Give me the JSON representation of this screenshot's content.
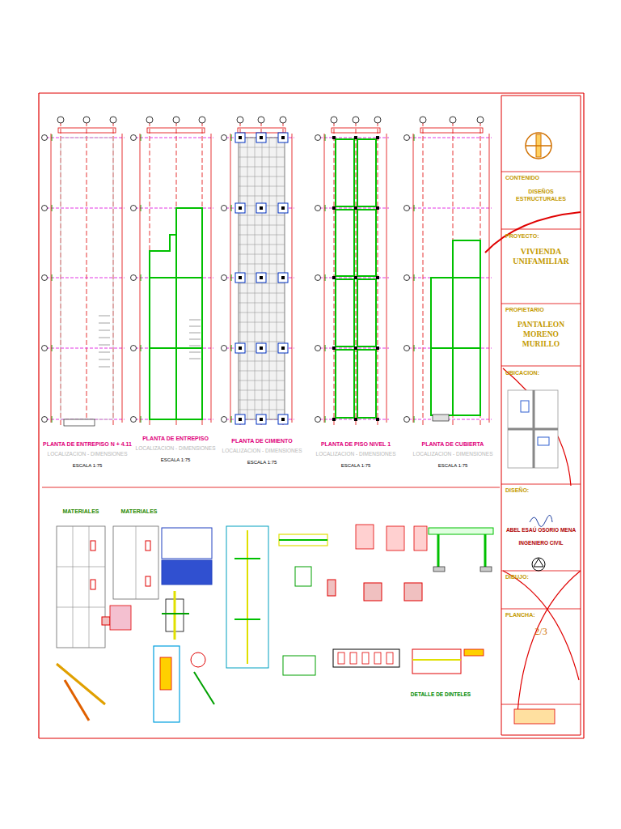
{
  "diagram": {
    "nodes": [
      {
        "text": [
          "CONTENIDO",
          "DISEÑOS ESTRUCTURALES"
        ]
      },
      {
        "text": [
          "PROYECTO:",
          "VIVIENDA UNIFAMILIAR"
        ]
      },
      {
        "text": [
          "PROPIETARIO",
          "PANTALEON MORENO MURILLO"
        ]
      },
      {
        "text": [
          "UBICACION:"
        ]
      },
      {
        "text": [
          "DISEÑO:",
          "ABEL ESAÚ OSORIO MENA",
          "INGENIERO CIVIL"
        ]
      },
      {
        "text": [
          "DIBUJO:"
        ]
      },
      {
        "text": [
          "PLANCHA:",
          "2/3"
        ]
      }
    ],
    "labels": [
      "PLANTA DE ENTREPISO N + 4.11",
      "LOCALIZACION - DIMENSIONES",
      "ESCALA 1:75",
      "PLANTA DE ENTREPISO",
      "LOCALIZACION - DIMENSIONES",
      "ESCALA 1:75",
      "PLANTA DE CIMIENTO",
      "LOCALIZACION - DIMENSIONES",
      "ESCALA 1:75",
      "PLANTA DE PISO NIVEL 1",
      "LOCALIZACION - DIMENSIONES",
      "ESCALA 1:75",
      "PLANTA DE CUBIERTA",
      "LOCALIZACION - DIMENSIONES",
      "ESCALA 1:75",
      "MATERIALES",
      "MATERIALES",
      "DETALLE DE DINTELES"
    ]
  }
}
